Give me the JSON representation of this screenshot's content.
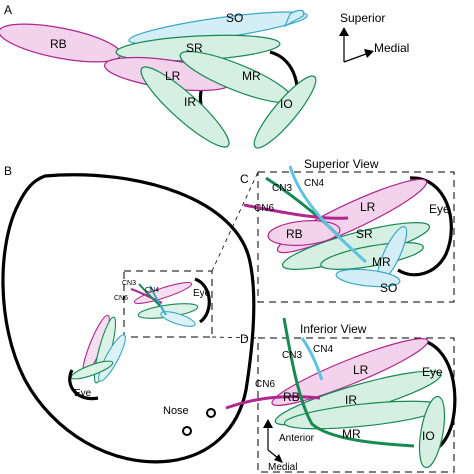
{
  "panels": {
    "a": {
      "letter": "A"
    },
    "b": {
      "letter": "B"
    },
    "c": {
      "letter": "C",
      "title": "Superior View"
    },
    "d": {
      "letter": "D",
      "title": "Inferior View"
    }
  },
  "orientation_a": {
    "up": "Superior",
    "right": "Medial"
  },
  "orientation_d": {
    "up": "Anterior",
    "down": "Medial"
  },
  "muscles": {
    "rb": "RB",
    "so": "SO",
    "sr": "SR",
    "lr": "LR",
    "mr": "MR",
    "ir": "IR",
    "io": "IO"
  },
  "nerves": {
    "cn3": "CN3",
    "cn4": "CN4",
    "cn6": "CN6"
  },
  "labels": {
    "eye": "Eye",
    "nose": "Nose"
  },
  "colors": {
    "rb_pink": "#b0278f",
    "green": "#178a52",
    "blue": "#3aa7c6"
  }
}
